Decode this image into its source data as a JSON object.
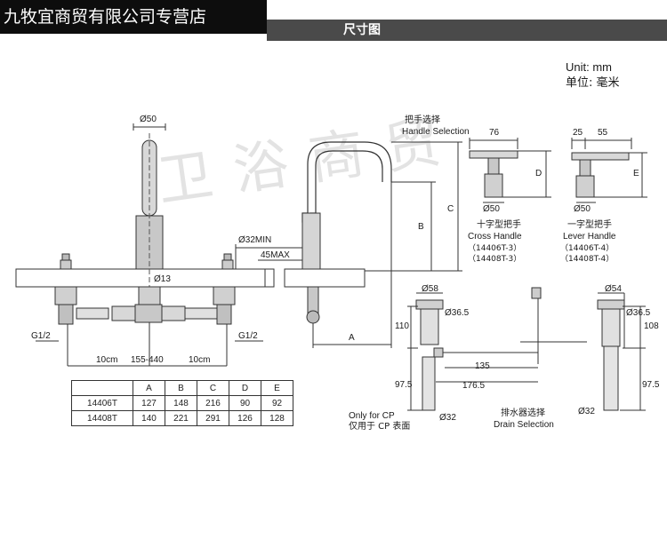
{
  "header": {
    "store_name": "九牧宜商贸有限公司专营店",
    "section_title": "尺寸图"
  },
  "watermark": "卫浴商贸",
  "units": {
    "en": "Unit: mm",
    "cn": "单位: 毫米"
  },
  "faucet": {
    "dia_50": "Ø50",
    "dia_32min": "Ø32MIN",
    "max_45": "45MAX",
    "dia_13": "Ø13",
    "thread_left": "G1/2",
    "thread_right": "G1/2",
    "spacing_left": "10cm",
    "spacing_mid": "155-440",
    "spacing_right": "10cm",
    "dim_a": "A",
    "dim_b": "B",
    "dim_c": "C"
  },
  "handles": {
    "selection_cn": "把手选择",
    "selection_en": "Handle Selection",
    "cross": {
      "width": "76",
      "dim": "D",
      "dia": "Ø50",
      "name_cn": "十字型把手",
      "name_en": "Cross Handle",
      "model1": "（14406T-3）",
      "model2": "（14408T-3）"
    },
    "lever": {
      "width1": "25",
      "width2": "55",
      "dim": "E",
      "dia": "Ø50",
      "name_cn": "一字型把手",
      "name_en": "Lever Handle",
      "model1": "（14406T-4）",
      "model2": "（14408T-4）"
    }
  },
  "drain_cp": {
    "dia_58": "Ø58",
    "dia_365": "Ø36.5",
    "h_110": "110",
    "h_975": "97.5",
    "l_135": "135",
    "l_1765": "176.5",
    "dia_32": "Ø32",
    "note_en": "Only for CP",
    "note_cn": "仅用于 CP 表面"
  },
  "drain_selection": {
    "cn": "排水器选择",
    "en": "Drain Selection"
  },
  "drain_push": {
    "dia_54": "Ø54",
    "dia_365": "Ø36.5",
    "h_108": "108",
    "h_975": "97.5",
    "dia_32": "Ø32"
  },
  "dimension_table": {
    "headers": [
      "",
      "A",
      "B",
      "C",
      "D",
      "E"
    ],
    "rows": [
      [
        "14406T",
        "127",
        "148",
        "216",
        "90",
        "92"
      ],
      [
        "14408T",
        "140",
        "221",
        "291",
        "126",
        "128"
      ]
    ]
  }
}
